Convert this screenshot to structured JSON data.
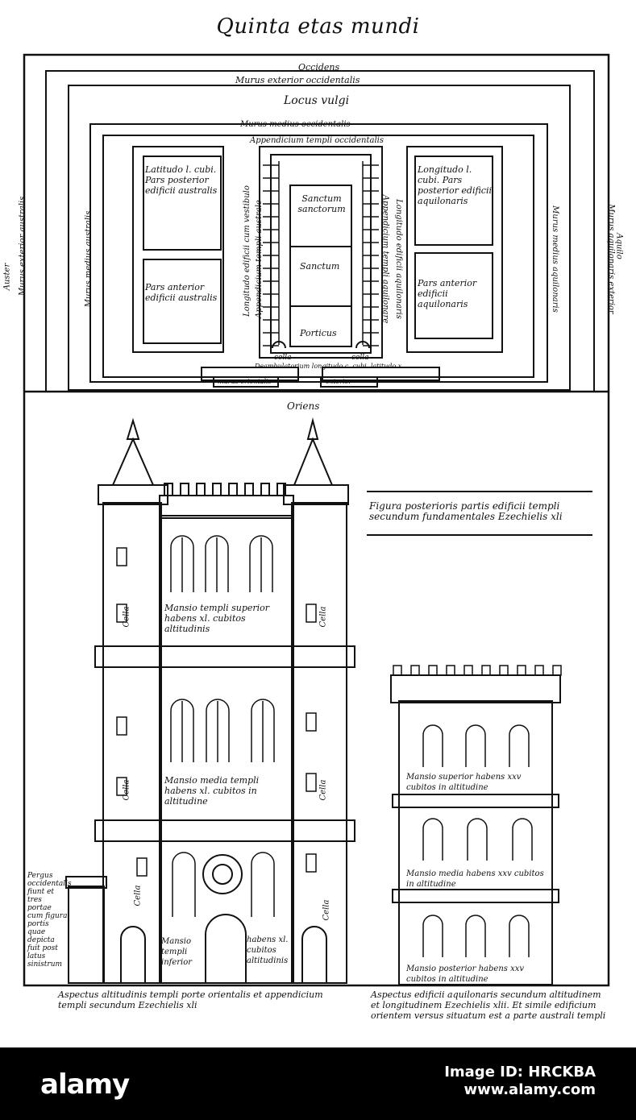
{
  "title": "Quinta etas mundi",
  "plan": {
    "occidens": "Occidens",
    "murus_exterior_occ": "Murus exterior occidentalis",
    "locus_vulgi": "Locus vulgi",
    "murus_medius_occ": "Murus medius occidentalis",
    "appendicium_occ": "Appendicium templi occidentalis",
    "auster": "Auster",
    "murus_exterior_aust": "Murus exterior australis",
    "murus_medius_aust": "Murus medius australis",
    "longitudo_edificii_aust": "Longitudo edificii cum vestibulo",
    "appendicium_aust": "Appendicium templi australe",
    "appendicium_aquil": "Appendicium templi aquilonare",
    "longitudo_aquil": "Longitudo edificii aquilonaris",
    "murus_medius_aquil": "Murus medius aquilonaris",
    "murus_exterior_aquil": "Murus aquilonaris exterior",
    "aquilo": "Aquilo",
    "box_sw_top": "Latitudo l. cubi. Pars posterior edificii australis",
    "box_sw_bottom": "Pars anterior edificii australis",
    "box_ne_top": "Longitudo l. cubi. Pars posterior edificii aquilonaris",
    "box_ne_bottom": "Pars anterior edificii aquilonaris",
    "sanctum_sanctorum": "Sanctum sanctorum",
    "sanctum": "Sanctum",
    "porticus": "Porticus",
    "cella_left": "cella",
    "cella_right": "cella",
    "deambulatorium": "Deambulatorium longitudo c. cubi. latitudo x.",
    "murus_oriente_left": "murus orientalis",
    "murus_oriente_right": "exterior",
    "oriens": "Oriens"
  },
  "elevation": {
    "caption_right": "Figura posterioris partis edificii templi secundum fundamentales Ezechielis xli",
    "tower_top": "Mansio templi superior habens xl. cubitos altitudinis",
    "tower_middle": "Mansio media templi habens xl. cubitos in altitudine",
    "tower_bottom_left": "Mansio templi inferior",
    "tower_bottom_right": "habens xl. cubitos altitudinis",
    "cella_labels": [
      "Cella",
      "Cella",
      "Cella",
      "Cella",
      "Cella",
      "Cella"
    ],
    "small_top": "Mansio superior habens xxv cubitos in altitudine",
    "small_middle": "Mansio media habens xxv cubitos in altitudine",
    "small_bottom": "Mansio posterior habens xxv cubitos in altitudine",
    "left_note": "Pergus occidentalis fiunt et tres portae cum figura portis quae depicta fuit post latus sinistrum",
    "caption_bottom_left": "Aspectus altitudinis templi porte orientalis et appendicium templi secundum Ezechielis xli",
    "caption_bottom_right": "Aspectus edificii aquilonaris secundum altitudinem et longitudinem Ezechielis xlii. Et simile edificium orientem versus situatum est a parte australi templi"
  },
  "footer": {
    "logo": "alamy",
    "image_id_label": "Image ID: HRCKBA",
    "site": "www.alamy.com"
  }
}
